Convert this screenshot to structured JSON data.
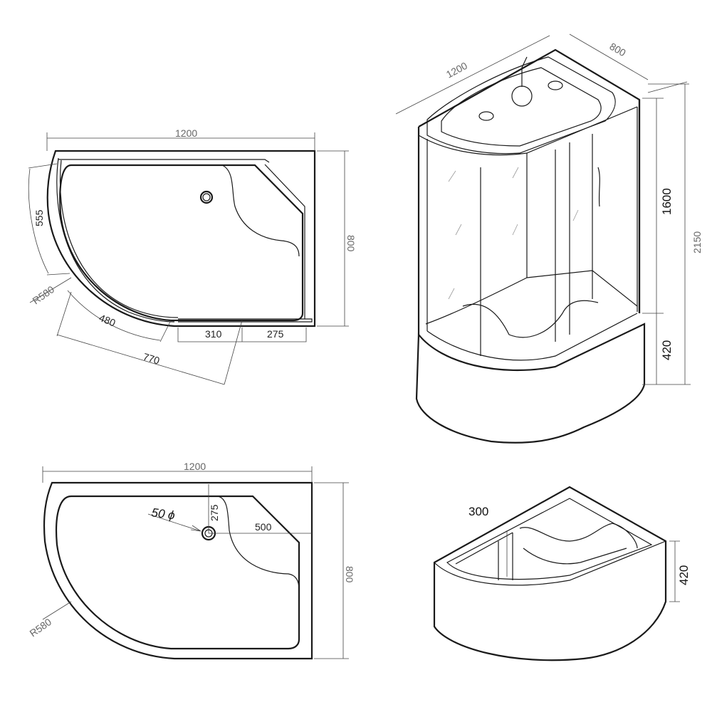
{
  "plan_top": {
    "width_label": "1200",
    "depth_label": "800",
    "arc_555_label": "555",
    "radius_label": "R580",
    "arc_480_label": "480",
    "door_310_label": "310",
    "panel_275_label": "275",
    "chord_770_label": "770"
  },
  "cabin_view": {
    "width_label": "1200",
    "depth_label": "800",
    "cabin_height_label": "1600",
    "total_height_label": "2150",
    "tray_height_label": "420"
  },
  "plan_tray": {
    "width_label": "1200",
    "depth_label": "800",
    "drain_label": "50 ϕ",
    "drain_offset_y_label": "275",
    "drain_offset_x_label": "500",
    "radius_label": "R580"
  },
  "tray_view": {
    "seat_height_label": "300",
    "tray_height_label": "420"
  }
}
